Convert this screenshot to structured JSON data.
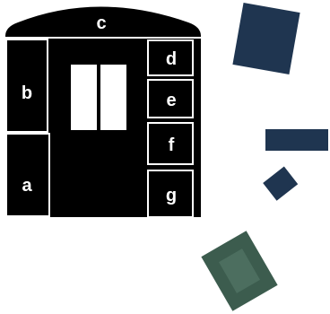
{
  "labels": {
    "a": "a",
    "b": "b",
    "c": "c",
    "d": "d",
    "e": "e",
    "f": "f",
    "g": "g"
  },
  "colors": {
    "wall": "#000000",
    "outline": "#ffffff",
    "window": "#ffffff",
    "tile_navy": "#1f3550",
    "tile_marble": "#3c5c4e"
  }
}
